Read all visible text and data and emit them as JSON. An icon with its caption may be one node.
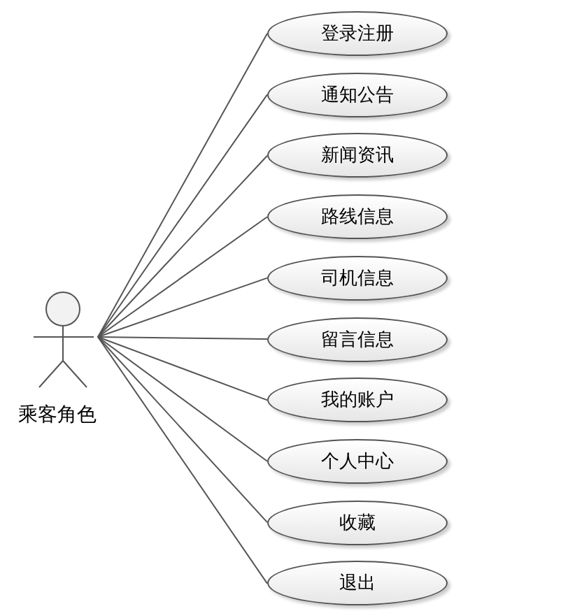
{
  "diagram": {
    "nodes": [
      {
        "text": [
          "乘客角色"
        ]
      },
      {
        "text": [
          "登录注册"
        ]
      },
      {
        "text": [
          "通知公告"
        ]
      },
      {
        "text": [
          "新闻资讯"
        ]
      },
      {
        "text": [
          "路线信息"
        ]
      },
      {
        "text": [
          "司机信息"
        ]
      },
      {
        "text": [
          "留言信息"
        ]
      },
      {
        "text": [
          "我的账户"
        ]
      },
      {
        "text": [
          "个人中心"
        ]
      },
      {
        "text": [
          "收藏"
        ]
      },
      {
        "text": [
          "退出"
        ]
      }
    ],
    "edges": [
      {
        "from": 0,
        "to": 1,
        "arrow": "none"
      },
      {
        "from": 0,
        "to": 2,
        "arrow": "none"
      },
      {
        "from": 0,
        "to": 3,
        "arrow": "none"
      },
      {
        "from": 0,
        "to": 4,
        "arrow": "none"
      },
      {
        "from": 0,
        "to": 5,
        "arrow": "none"
      },
      {
        "from": 0,
        "to": 6,
        "arrow": "none"
      },
      {
        "from": 0,
        "to": 7,
        "arrow": "none"
      },
      {
        "from": 0,
        "to": 8,
        "arrow": "none"
      },
      {
        "from": 0,
        "to": 9,
        "arrow": "none"
      },
      {
        "from": 0,
        "to": 10,
        "arrow": "none"
      }
    ]
  }
}
